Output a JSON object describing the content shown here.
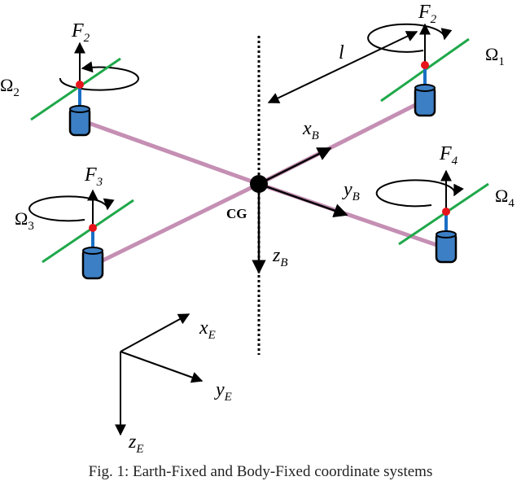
{
  "colors": {
    "arm": "#c58fb4",
    "prop": "#1fa84a",
    "motor": "#3c7fc4",
    "shaft": "#1a6fc4",
    "hub": "#e8141b",
    "ink": "#000000"
  },
  "labels": {
    "cg": "CG",
    "arm_length": "l",
    "F_main": "F",
    "omega": "Ω"
  },
  "rotors": [
    {
      "force_sub": "2",
      "omega_sub": "2"
    },
    {
      "force_sub": "2",
      "omega_sub": "1"
    },
    {
      "force_sub": "3",
      "omega_sub": "3"
    },
    {
      "force_sub": "4",
      "omega_sub": "4"
    }
  ],
  "body_axes": [
    {
      "main": "x",
      "sub": "B"
    },
    {
      "main": "y",
      "sub": "B"
    },
    {
      "main": "z",
      "sub": "B"
    }
  ],
  "earth_axes": [
    {
      "main": "x",
      "sub": "E"
    },
    {
      "main": "y",
      "sub": "E"
    },
    {
      "main": "z",
      "sub": "E"
    }
  ],
  "caption": "Fig. 1: Earth-Fixed and Body-Fixed coordinate systems"
}
